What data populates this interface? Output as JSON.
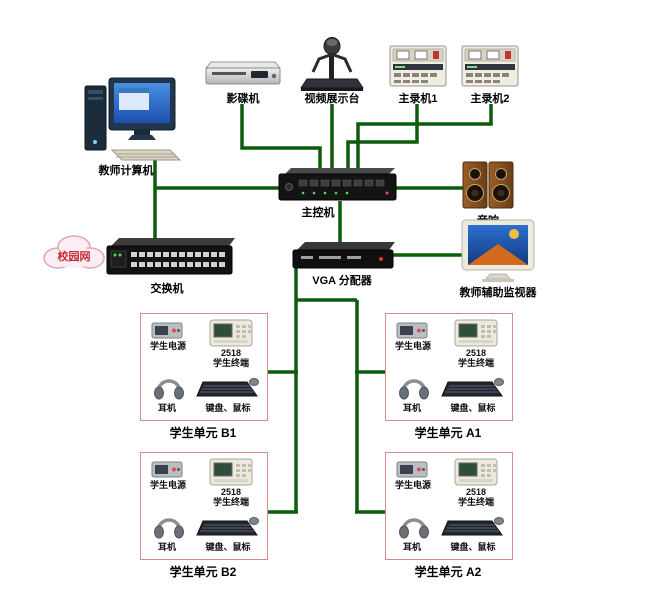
{
  "colors": {
    "line": "#0c5c0c",
    "unit_border": "#d98b8b",
    "cloud_text": "#c22b38"
  },
  "nodes": {
    "dvd_player": "影碟机",
    "visual_presenter": "视频展示台",
    "recorder_1": "主录机1",
    "recorder_2": "主录机2",
    "teacher_computer": "教师计算机",
    "main_controller": "主控机",
    "speakers": "音响",
    "campus_network": "校园网",
    "switch": "交换机",
    "vga_splitter": "VGA 分配器",
    "teacher_monitor": "教师辅助监视器"
  },
  "student_item_labels": {
    "power": "学生电源",
    "terminal_model": "2518",
    "terminal": "学生终端",
    "headphones": "耳机",
    "keyboard_mouse": "键盘、鼠标"
  },
  "student_units": [
    {
      "label": "学生单元 B1"
    },
    {
      "label": "学生单元 A1"
    },
    {
      "label": "学生单元 B2"
    },
    {
      "label": "学生单元 A2"
    }
  ]
}
